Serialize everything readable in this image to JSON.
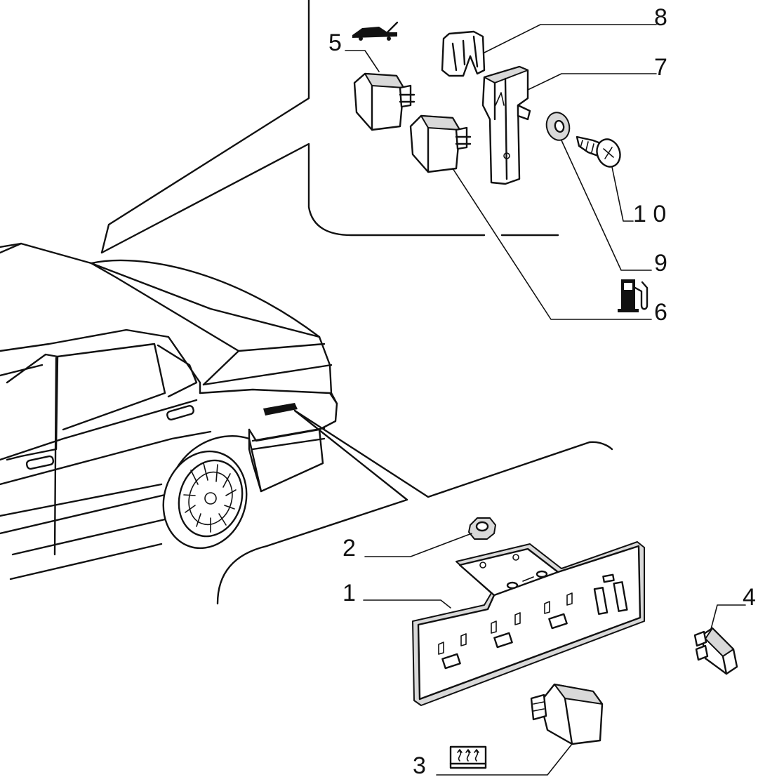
{
  "callouts": [
    {
      "id": "1",
      "label": "1"
    },
    {
      "id": "2",
      "label": "2"
    },
    {
      "id": "3",
      "label": "3"
    },
    {
      "id": "4",
      "label": "4"
    },
    {
      "id": "5",
      "label": "5"
    },
    {
      "id": "6",
      "label": "6"
    },
    {
      "id": "7",
      "label": "7"
    },
    {
      "id": "8",
      "label": "8"
    },
    {
      "id": "9",
      "label": "9"
    },
    {
      "id": "10",
      "label": "1 0"
    }
  ],
  "symbols": {
    "5": "trunk-open-icon",
    "6": "fuel-pump-icon",
    "3": "rear-defrost-icon"
  },
  "colors": {
    "line": "#111111",
    "background": "#ffffff",
    "shade": "#d9d9d9"
  }
}
